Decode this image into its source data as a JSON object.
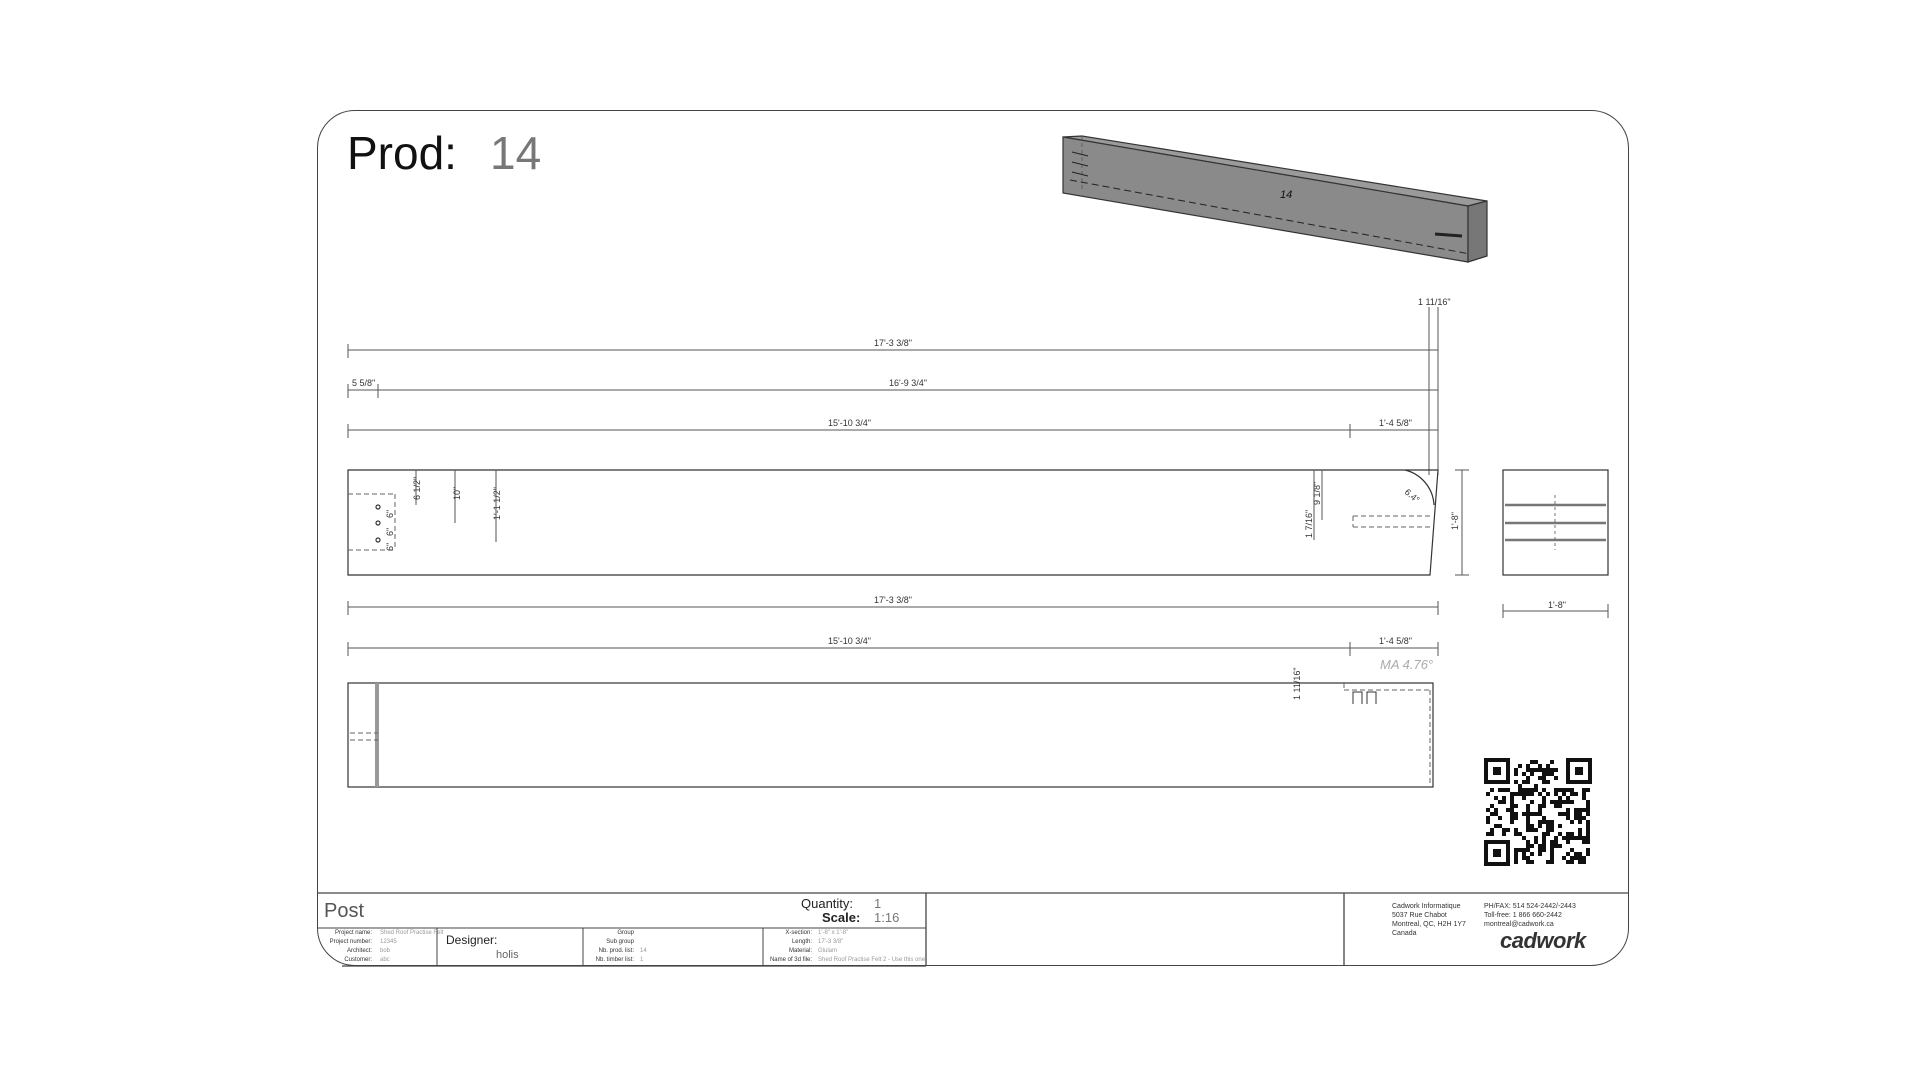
{
  "header": {
    "prod_label": "Prod:",
    "prod_value": "14"
  },
  "iso_view": {
    "label": "14"
  },
  "dimensions": {
    "top_overall": "1 11/16\"",
    "overall_1": "17'-3 3/8\"",
    "left_offset": "5 5/8\"",
    "overall_2": "16'-9 3/4\"",
    "main_length": "15'-10 3/4\"",
    "end_length": "1'-4 5/8\"",
    "hole_1": "6 1/2\"",
    "hole_2": "10\"",
    "hole_3": "1'-1 1/2\"",
    "hole_spacing": "6\"",
    "end_offset_a": "1 7/16\"",
    "end_offset_b": "9 1/8\"",
    "angle": "6.4°",
    "height": "1'-8\"",
    "section_width": "1'-8\"",
    "plan_overall": "17'-3 3/8\"",
    "plan_main": "15'-10 3/4\"",
    "plan_end": "1'-4 5/8\"",
    "plan_offset": "1 11/16\"",
    "ma_label": "MA 4.76°"
  },
  "title_block": {
    "name": "Post",
    "quantity_label": "Quantity:",
    "quantity_value": "1",
    "scale_label": "Scale:",
    "scale_value": "1:16",
    "designer_label": "Designer:",
    "designer_value": "holis",
    "left_fields": [
      {
        "label": "Project name:",
        "value": "Shed Roof Practise Felt"
      },
      {
        "label": "Project number:",
        "value": "12345"
      },
      {
        "label": "Architect:",
        "value": "bob"
      },
      {
        "label": "Customer:",
        "value": "abc"
      }
    ],
    "mid_fields": [
      {
        "label": "Group",
        "value": ""
      },
      {
        "label": "Sub group",
        "value": ""
      },
      {
        "label": "Nb. prod. list:",
        "value": "14"
      },
      {
        "label": "Nb. timber list:",
        "value": "1"
      }
    ],
    "right_fields": [
      {
        "label": "X-section:",
        "value": "1'-8\" x 1'-8\""
      },
      {
        "label": "Length:",
        "value": "17'-3 3/8\""
      },
      {
        "label": "Material:",
        "value": "Glulam"
      },
      {
        "label": "Name of 3d file:",
        "value": "Shed Roof Practise Felt 2 - Use this one"
      }
    ]
  },
  "company": {
    "name": "Cadwork Informatique",
    "address1": "5037 Rue Chabot",
    "address2": "Montreal, QC, H2H 1Y7",
    "country": "Canada",
    "phone": "PH/FAX: 514 524-2442/-2443",
    "tollfree": "Toll-free: 1 866 660-2442",
    "email": "montreal@cadwork.ca",
    "logo": "cadwork"
  }
}
